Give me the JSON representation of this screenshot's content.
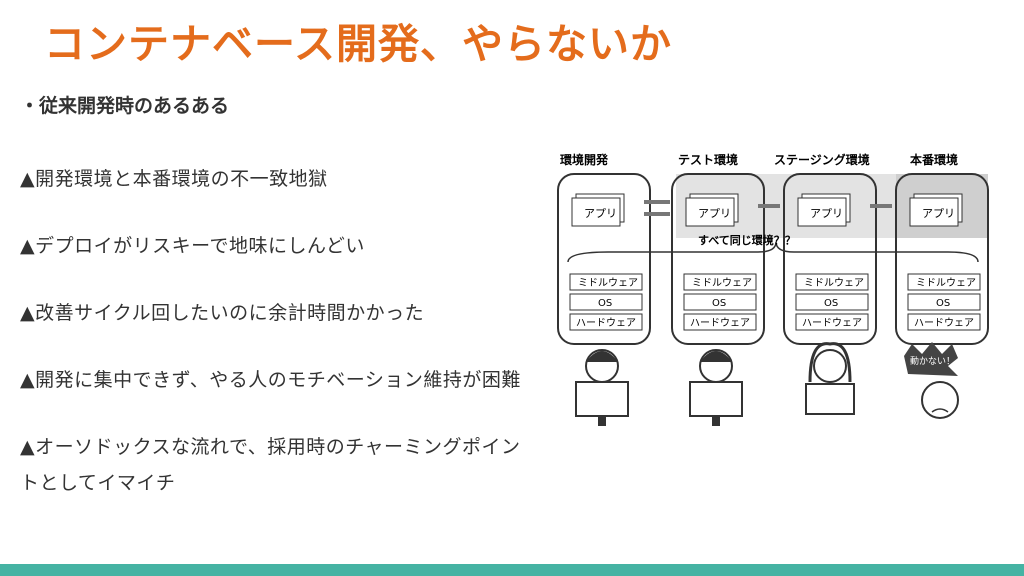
{
  "slide": {
    "title": "コンテナベース開発、やらないか",
    "heading": "・従来開発時のあるある",
    "bullets": [
      "▲開発環境と本番環境の不一致地獄",
      "▲デプロイがリスキーで地味にしんどい",
      "▲改善サイクル回したいのに余計時間かかった",
      "▲開発に集中できず、やる人のモチベーション維持が困難",
      "▲オーソドックスな流れで、採用時のチャーミングポイントとしてイマイチ"
    ]
  },
  "figure": {
    "environments": [
      {
        "label": "環境開発",
        "app": "アプリ",
        "layers": [
          "ミドルウェア",
          "OS",
          "ハードウェア"
        ]
      },
      {
        "label": "テスト環境",
        "app": "アプリ",
        "layers": [
          "ミドルウェア",
          "OS",
          "ハードウェア"
        ]
      },
      {
        "label": "ステージング環境",
        "app": "アプリ",
        "layers": [
          "ミドルウェア",
          "OS",
          "ハードウェア"
        ]
      },
      {
        "label": "本番環境",
        "app": "アプリ",
        "layers": [
          "ミドルウェア",
          "OS",
          "ハードウェア"
        ]
      }
    ],
    "same_env_caption": "すべて同じ環境？？",
    "bubble_text": "動かない！"
  },
  "colors": {
    "title": "#e46c1c",
    "accent_bar": "#45b3a3"
  }
}
